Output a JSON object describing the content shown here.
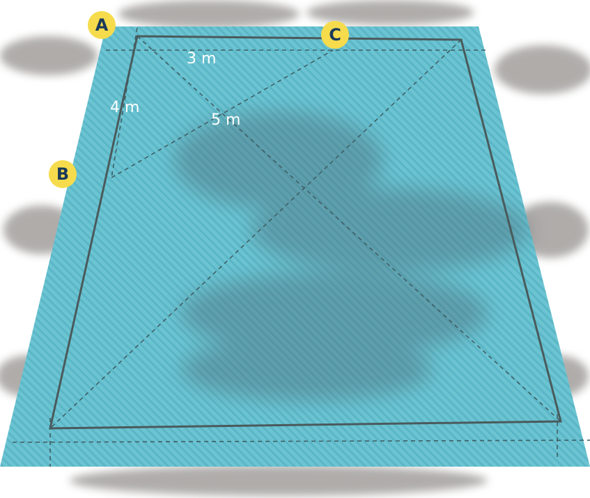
{
  "colors": {
    "slab": "#6cc4d2",
    "slab_stripe": "#5ab6c6",
    "grass": "#6e6a66",
    "frame_line": "#4a5a5c",
    "dashed_line": "#3f5f66",
    "badge_fill": "#f6dc4c",
    "badge_text": "#1b3a5a",
    "measure_text": "#ffffff"
  },
  "points": {
    "a": "A",
    "b": "B",
    "c": "C"
  },
  "measures": {
    "side_ac": "3 m",
    "side_ab": "4 m",
    "diagonal_bc": "5 m"
  }
}
